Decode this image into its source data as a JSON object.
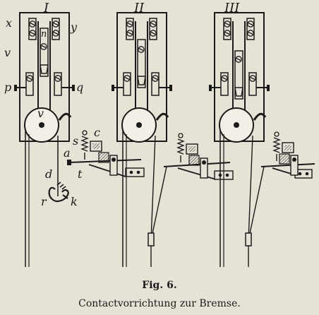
{
  "figure": {
    "caption": "Fig. 6.",
    "subcaption": "Contactvorrichtung zur Bremse."
  },
  "panels": [
    {
      "numeral": "I"
    },
    {
      "numeral": "II"
    },
    {
      "numeral": "III"
    }
  ],
  "labels": {
    "x": "x",
    "y": "y",
    "n": "n",
    "v_rail": "v",
    "p": "p",
    "q": "q",
    "v_wheel": "v",
    "s": "s",
    "c": "c",
    "a": "a",
    "t": "t",
    "d": "d",
    "r": "r",
    "k": "k"
  },
  "colors": {
    "ink": "#1a1a1a",
    "paper": "#e6e2d6",
    "bleed": "#b9b5aa"
  }
}
